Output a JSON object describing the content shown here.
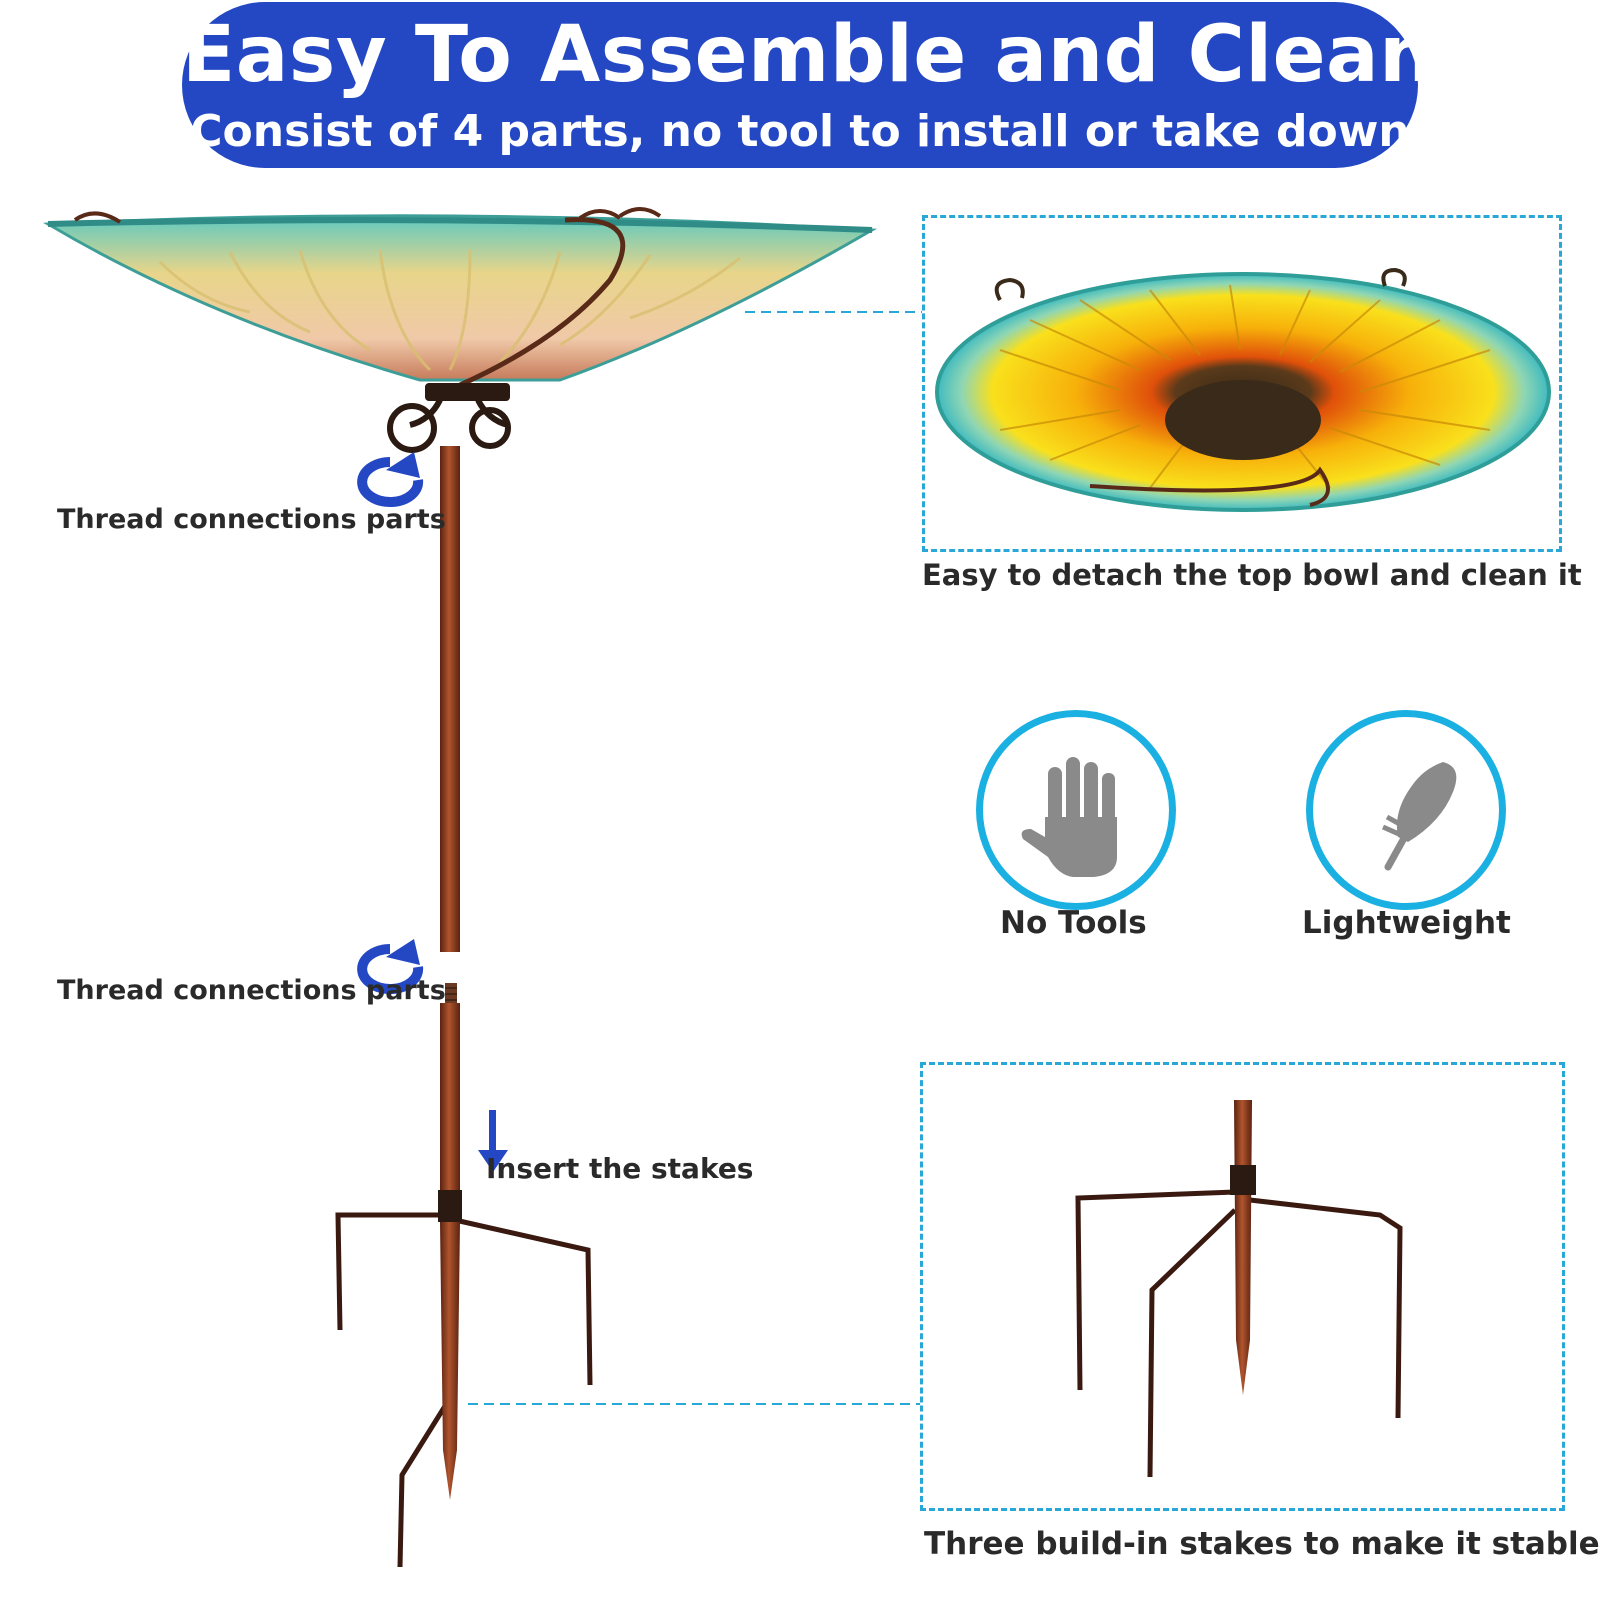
{
  "banner": {
    "title": "Easy To Assemble and Clean",
    "subtitle": "Consist of 4 parts, no tool to install or take down"
  },
  "labels": {
    "thread_top": "Thread connections parts",
    "thread_bottom": "Thread connections parts",
    "insert": "Insert the stakes",
    "detach": "Easy to detach the top bowl and clean it",
    "stakes": "Three build-in stakes to make it stable"
  },
  "features": [
    {
      "label": "No Tools",
      "icon": "hand-icon"
    },
    {
      "label": "Lightweight",
      "icon": "feather-icon"
    }
  ],
  "colors": {
    "banner": "#2448c4",
    "accent": "#1ab0e2",
    "arrow": "#2448c4",
    "metal": "#8a3a1e"
  }
}
